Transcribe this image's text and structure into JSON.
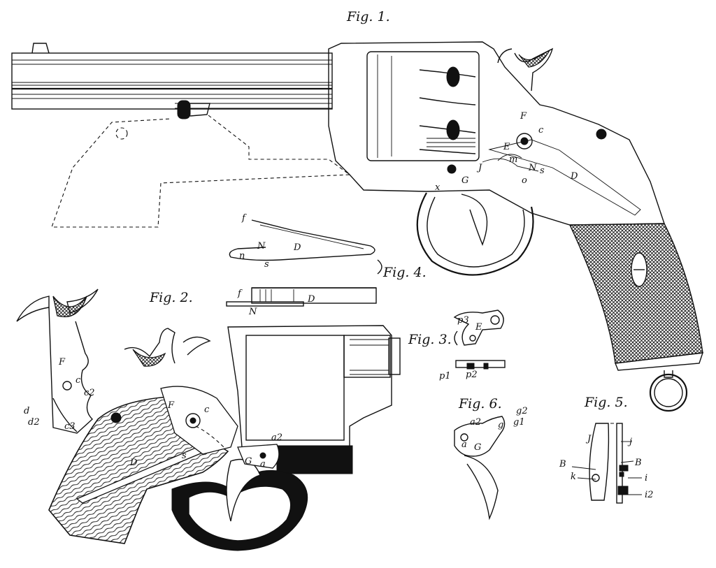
{
  "figures": {
    "fig1": {
      "title": "Fig. 1.",
      "labels": [
        "F",
        "E",
        "c",
        "J",
        "m",
        "N",
        "s",
        "D",
        "o",
        "G",
        "x"
      ]
    },
    "fig2": {
      "title": "Fig. 2.",
      "labels": [
        "F",
        "c",
        "c2",
        "d",
        "d2",
        "c3"
      ]
    },
    "fig3": {
      "title": "Fig. 3.",
      "labels": [
        "p3",
        "E",
        "p1",
        "p2"
      ]
    },
    "fig4": {
      "title": "Fig. 4.",
      "labels": [
        "f",
        "N",
        "D",
        "n",
        "s",
        "f",
        "D",
        "N"
      ]
    },
    "fig5": {
      "title": "Fig. 5.",
      "labels": [
        "J",
        "j",
        "B",
        "B",
        "k",
        "i",
        "i2"
      ]
    },
    "fig6": {
      "title": "Fig. 6.",
      "labels": [
        "g2",
        "a2",
        "g",
        "g1",
        "G",
        "a"
      ]
    },
    "main_assembly": {
      "labels": [
        "F",
        "c",
        "a2",
        "G",
        "a",
        "D",
        "s"
      ]
    }
  }
}
